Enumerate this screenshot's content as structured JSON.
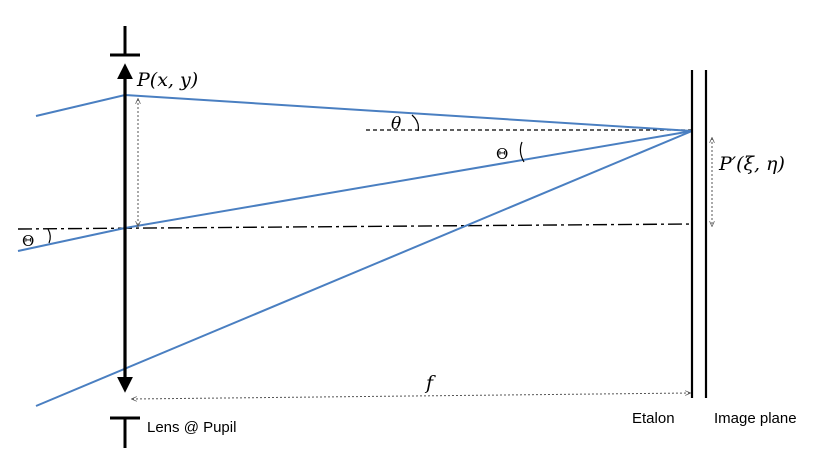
{
  "labels": {
    "point_P": "P(x, y)",
    "point_P_prime": "P′(ξ, η)",
    "angle_theta": "θ",
    "angle_Theta_right": "Θ",
    "angle_Theta_left": "Θ",
    "focal_length": "f",
    "lens": "Lens @ Pupil",
    "etalon": "Etalon",
    "image_plane": "Image plane"
  },
  "colors": {
    "ray": "#4a7fc1",
    "structure": "#000000",
    "background": "#ffffff"
  }
}
